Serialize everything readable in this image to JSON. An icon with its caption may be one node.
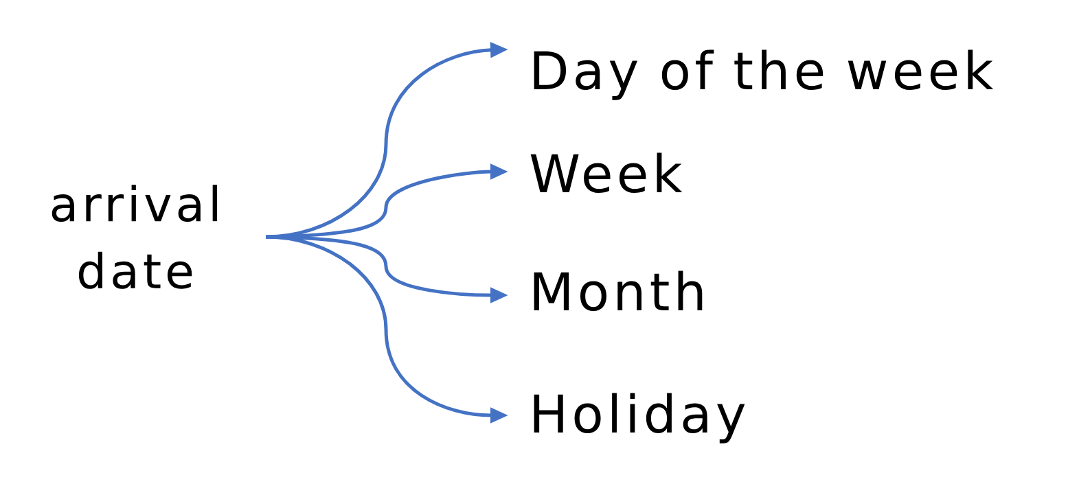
{
  "diagram": {
    "nodes": [
      {
        "text": [
          "arrival date"
        ]
      },
      {
        "text": [
          "Day of the week"
        ]
      },
      {
        "text": [
          "Week"
        ]
      },
      {
        "text": [
          "Month"
        ]
      },
      {
        "text": [
          "Holiday"
        ]
      }
    ],
    "edges": [
      {
        "from": 0,
        "to": 1,
        "arrow": "to"
      },
      {
        "from": 0,
        "to": 2,
        "arrow": "to"
      },
      {
        "from": 0,
        "to": 3,
        "arrow": "to"
      },
      {
        "from": 0,
        "to": 4,
        "arrow": "to"
      }
    ]
  }
}
